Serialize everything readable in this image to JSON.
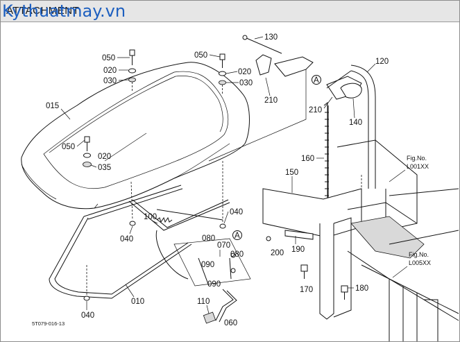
{
  "header": {
    "title": "ATTACHMENT",
    "watermark": "Kythuatmay.vn"
  },
  "callouts": {
    "p050a": "050",
    "p020a": "020",
    "p030a": "030",
    "p050b": "050",
    "p020b": "020",
    "p030b": "030",
    "p015": "015",
    "p050c": "050",
    "p020c": "020",
    "p035": "035",
    "p130": "130",
    "p120": "120",
    "p210a": "210",
    "p210b": "210",
    "p140": "140",
    "p160": "160",
    "p150": "150",
    "p040a": "040",
    "p040b": "040",
    "p040c": "040",
    "p100": "100",
    "p080a": "080",
    "p080b": "080",
    "p070": "070",
    "p090a": "090",
    "p090b": "090",
    "p010": "010",
    "p110": "110",
    "p060": "060",
    "p200": "200",
    "p190": "190",
    "p170": "170",
    "p180": "180",
    "refA1": "A",
    "refA2": "A"
  },
  "figrefs": {
    "fig1_label": "Fig.No.",
    "fig1_code": "L001XX",
    "fig2_label": "Fig.No.",
    "fig2_code": "L005XX"
  },
  "footer": {
    "drawing_code": "5T079-016-13"
  }
}
